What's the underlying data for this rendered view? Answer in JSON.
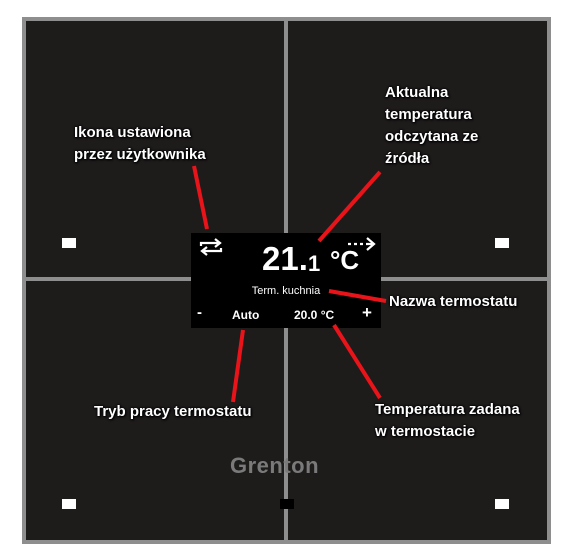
{
  "screen": {
    "temp_main": "21.",
    "temp_decimal": "1",
    "temp_unit": "°C",
    "thermostat_name": "Term. kuchnia",
    "minus_label": "-",
    "mode": "Auto",
    "setpoint": "20.0 °C",
    "plus_label": "+"
  },
  "brand": "Grenton",
  "annotations": {
    "user_icon": [
      "Ikona ustawiona",
      "przez użytkownika"
    ],
    "current_temp": [
      "Aktualna",
      "temperatura",
      "odczytana ze",
      "źródła"
    ],
    "name": "Nazwa termostatu",
    "mode": "Tryb pracy termostatu",
    "setpoint": [
      "Temperatura zadana",
      "w termostacie"
    ]
  },
  "colors": {
    "panel_frame": "#8e8e8e",
    "panel_surface": "#1e1b1b",
    "screen_bg": "#000000",
    "pointer": "#e8141a",
    "logo": "#7a7a7a"
  },
  "icons": [
    "repeat-icon",
    "arrow-right-icon"
  ]
}
